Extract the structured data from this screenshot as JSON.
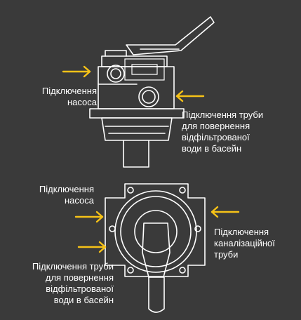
{
  "colors": {
    "background": "#3a3a3a",
    "line": "#ffffff",
    "arrow": "#f6c217"
  },
  "top_view": {
    "label_pump": "Підключення\nнасоса",
    "label_return": "Підключення труби\nдля повернення\nвідфільтрованої\nводи в басейн"
  },
  "bottom_view": {
    "label_pump": "Підключення\nнасоса",
    "label_sewer": "Підключення\nканалізаційної\nтруби",
    "label_return": "Підключення труби\nдля повернення\nвідфільтрованої\nводи в басейн"
  }
}
